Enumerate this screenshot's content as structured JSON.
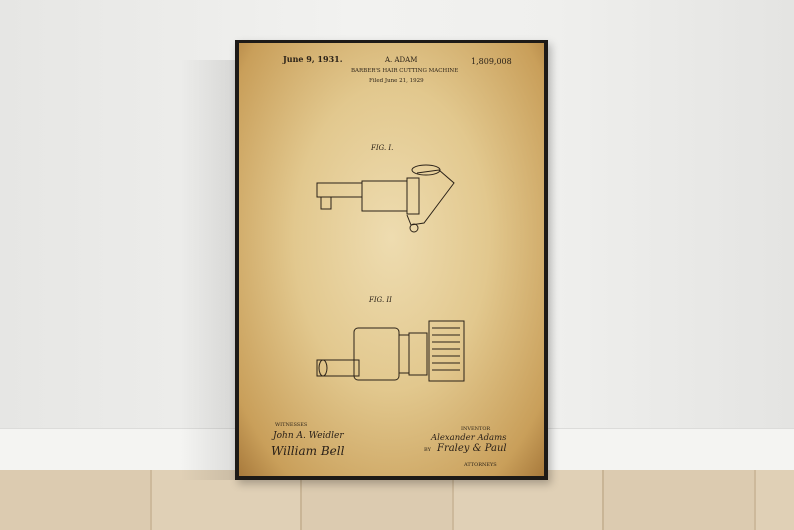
{
  "poster": {
    "date": "June 9, 1931.",
    "inventor_name": "A. ADAM",
    "patent_number": "1,809,008",
    "title": "BARBER'S HAIR CUTTING MACHINE",
    "filed": "Filed June 21, 1929",
    "fig1_label": "FIG. I.",
    "fig2_label": "FIG. II",
    "witnesses_label": "WITNESSES",
    "witness1": "John A. Weidler",
    "witness2": "William Bell",
    "inventor_label": "INVENTOR",
    "inventor_signature": "Alexander Adams",
    "by_label": "BY",
    "attorney_signature": "Fraley & Paul",
    "attorneys_label": "ATTORNEYS"
  }
}
